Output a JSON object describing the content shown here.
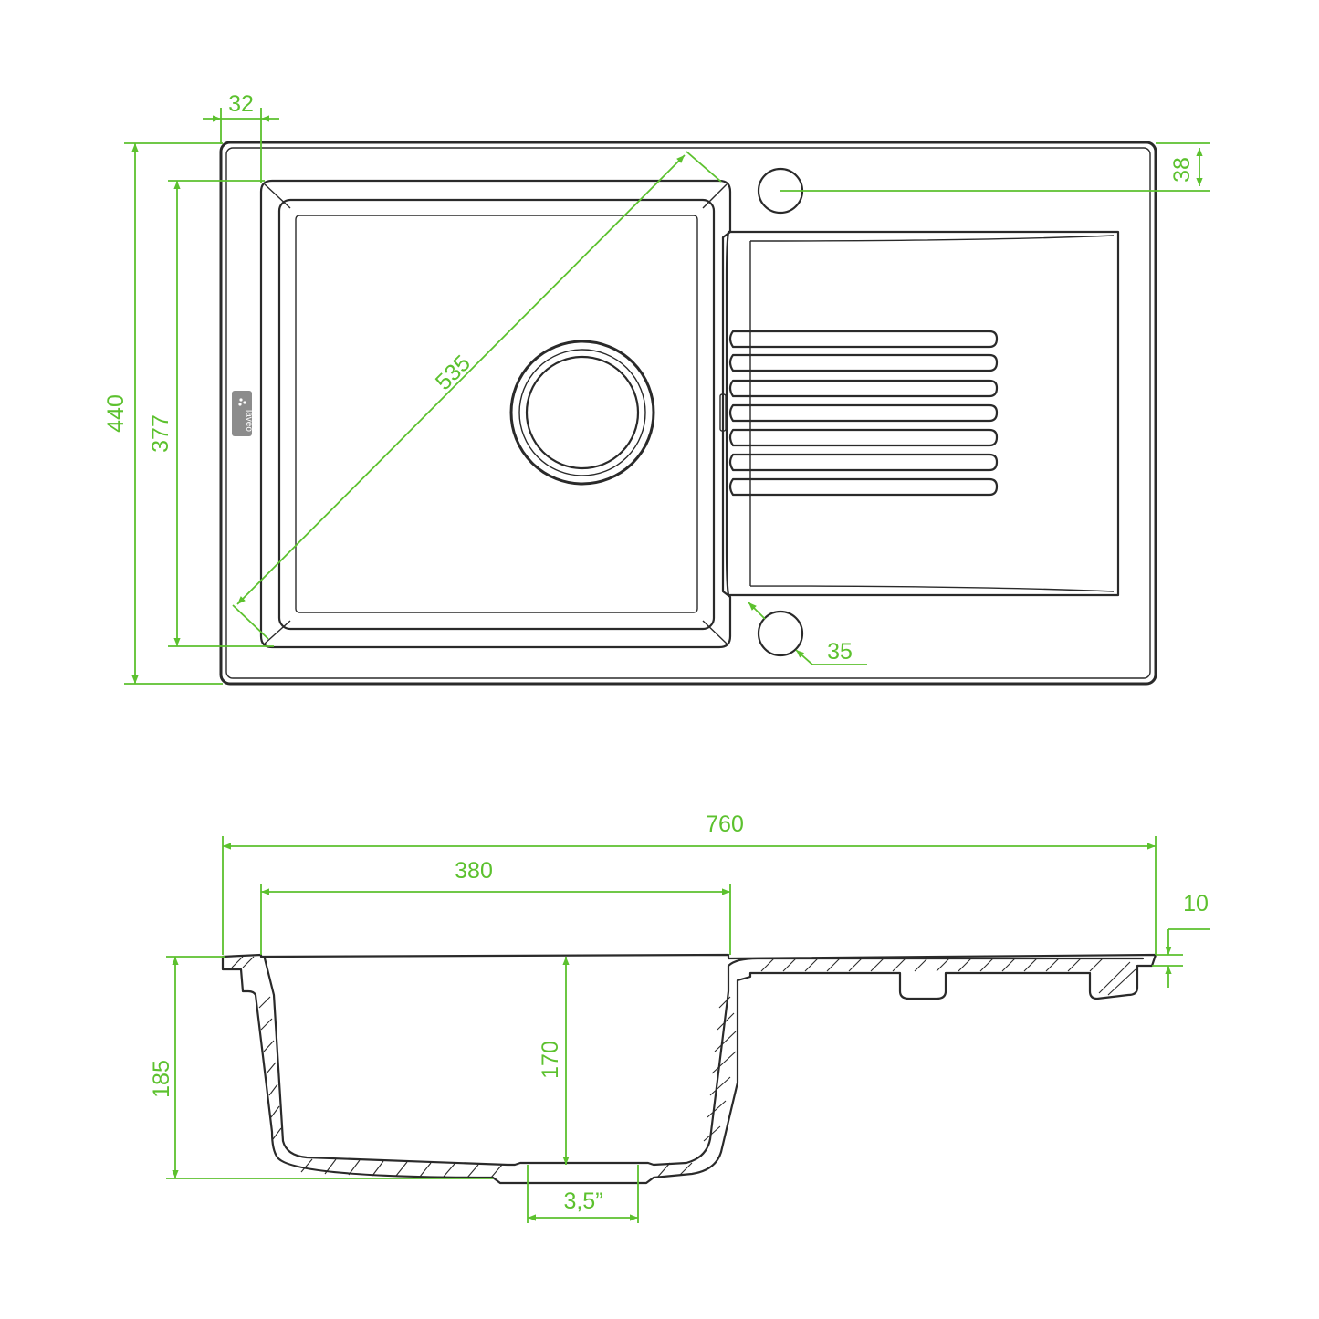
{
  "colors": {
    "outline": "#2a2a2a",
    "dimension": "#5cc12e",
    "background": "#ffffff",
    "logo_plate": "#8c8c8c"
  },
  "logo": {
    "text": "laveo"
  },
  "top_view": {
    "dimensions": {
      "rim_width": "32",
      "tap_hole_offset": "38",
      "total_depth": "440",
      "bowl_depth": "377",
      "bowl_diagonal": "535",
      "tap_hole_diameter": "35"
    }
  },
  "side_view": {
    "dimensions": {
      "total_width": "760",
      "bowl_width": "380",
      "deck_thickness": "10",
      "total_height": "185",
      "bowl_height": "170",
      "drain_size": "3,5”"
    }
  }
}
